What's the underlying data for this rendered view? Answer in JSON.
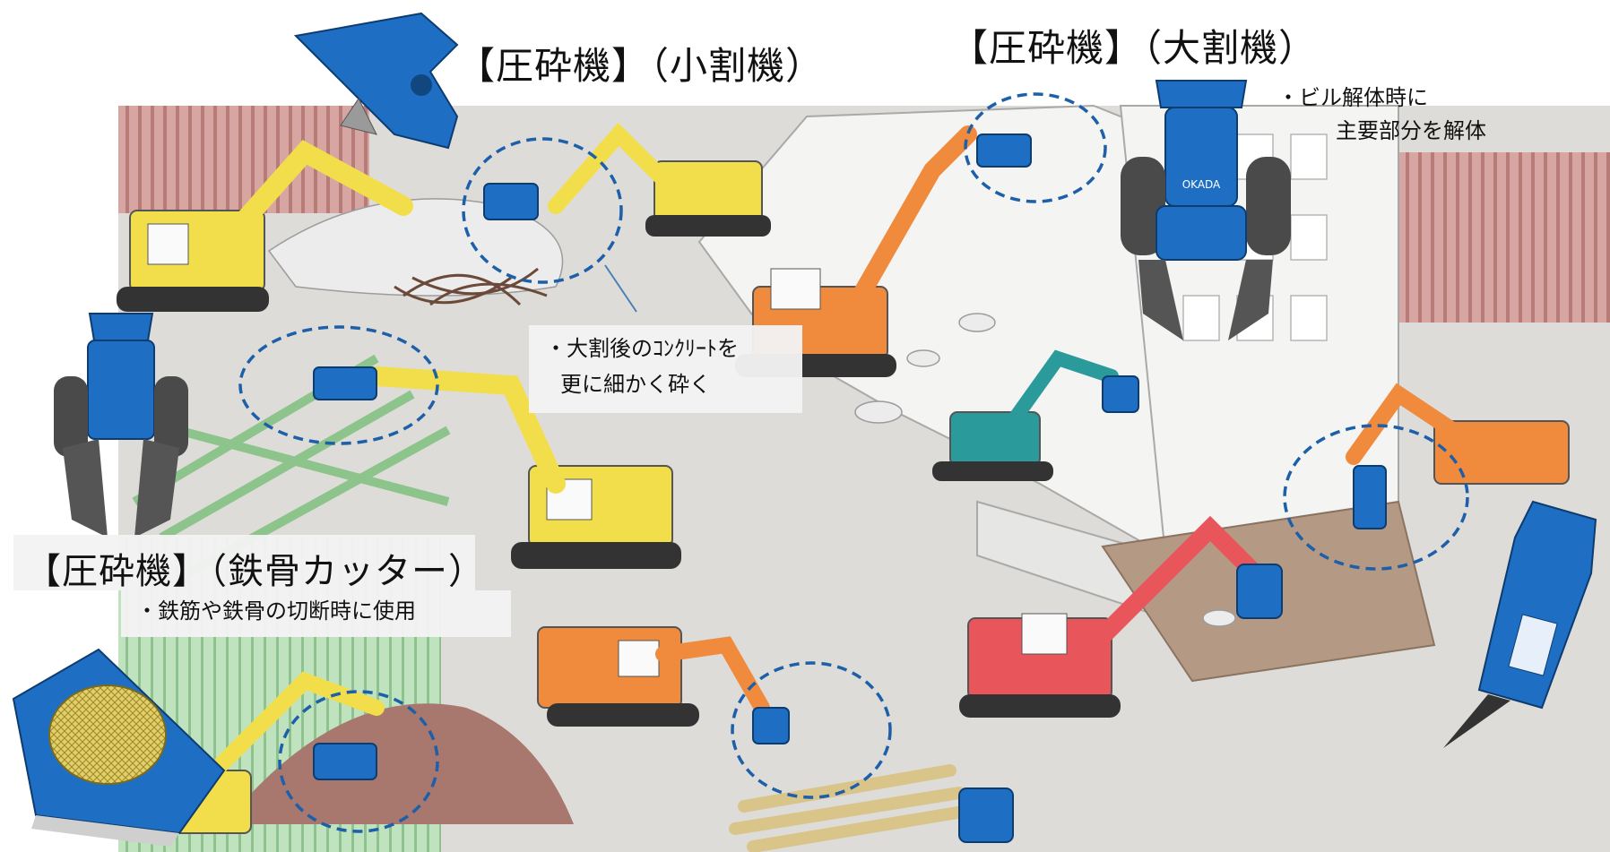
{
  "labels": {
    "small_crusher_title": "【圧砕機】（小割機）",
    "large_crusher_title": "【圧砕機】（大割機）",
    "large_crusher_note_line1": "・ビル解体時に",
    "large_crusher_note_line2": "主要部分を解体",
    "small_crusher_note_line1": "・大割後のｺﾝｸﾘｰﾄを",
    "small_crusher_note_line2": "更に細かく砕く",
    "steel_cutter_title": "【圧砕機】（鉄骨カッター）",
    "steel_cutter_note": "・鉄筋や鉄骨の切断時に使用"
  },
  "attachment_logo_text": "OKADA",
  "colors": {
    "attachment_blue": "#1e6fc4",
    "highlight_circle": "#1d5fa8",
    "excavator_yellow": "#f2de4a",
    "excavator_orange": "#f08a3c",
    "excavator_red": "#e8555a",
    "excavator_teal": "#2a9a9a",
    "ground": "#dcdad6",
    "fence_pink": "#c98c88",
    "fence_green": "#9fcf9f",
    "callout_bg": "#f2f2f2"
  }
}
